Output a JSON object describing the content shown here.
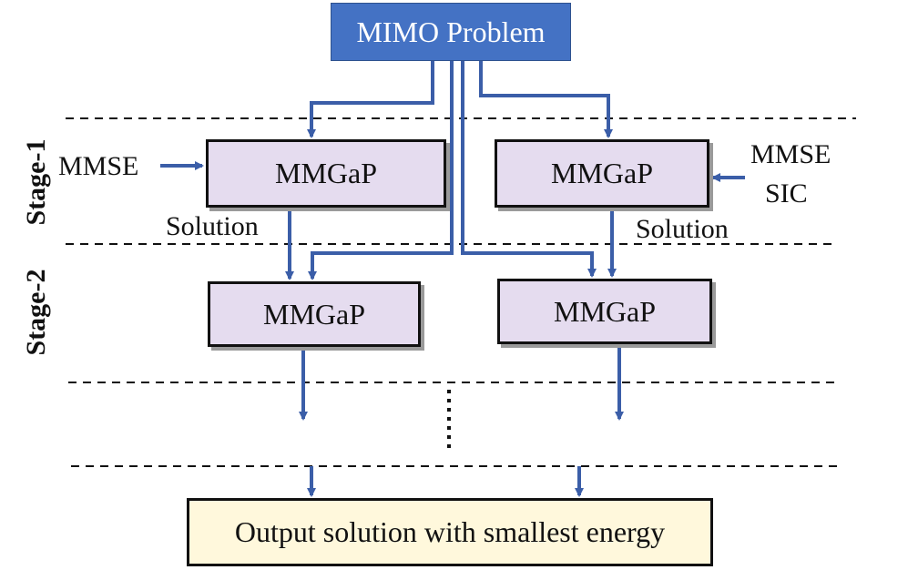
{
  "top_box": {
    "label": "MIMO Problem"
  },
  "stage_labels": {
    "stage1": "Stage-1",
    "stage2": "Stage-2"
  },
  "stage1": {
    "left_box": "MMGaP",
    "right_box": "MMGaP",
    "left_input": "MMSE",
    "right_input_line1": "MMSE",
    "right_input_line2": "SIC",
    "left_output": "Solution",
    "right_output": "Solution"
  },
  "stage2": {
    "left_box": "MMGaP",
    "right_box": "MMGaP"
  },
  "continuation": {
    "ellipsis": "⋮"
  },
  "output_box": {
    "label": "Output solution with smallest energy"
  },
  "colors": {
    "arrow": "#3b5ea8",
    "mimo_fill": "#4472c4",
    "mmgap_fill": "#e5dcef",
    "output_fill": "#fff8dc",
    "dashed_line": "#111111"
  }
}
